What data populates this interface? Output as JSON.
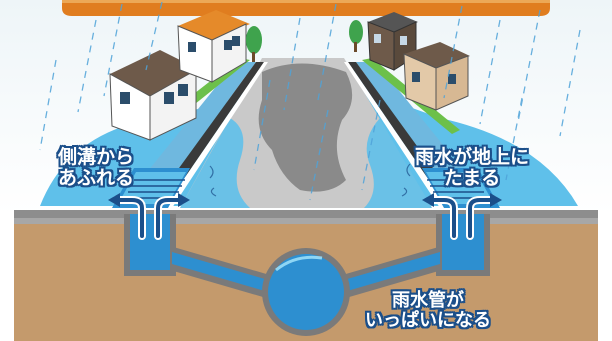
{
  "labels": {
    "side_ditch": {
      "line1": "側溝から",
      "line2": "あふれる"
    },
    "ground_pooling": {
      "line1": "雨水が地上に",
      "line2": "たまる"
    },
    "pipe_full": {
      "line1": "雨水管が",
      "line2": "いっぱいになる"
    }
  },
  "colors": {
    "banner": "#e07d1f",
    "flood_water": "#5fc0ea",
    "deep_water": "#2d8fd0",
    "arrow": "#1b4f8a",
    "soil": "#c49a6c",
    "road": "#c9c9c9",
    "puddle": "#8a8a8a",
    "grass": "#6cc04a"
  },
  "icons": [
    "rain-icon",
    "overflow-arrow-icon",
    "house-icon",
    "tree-icon"
  ]
}
